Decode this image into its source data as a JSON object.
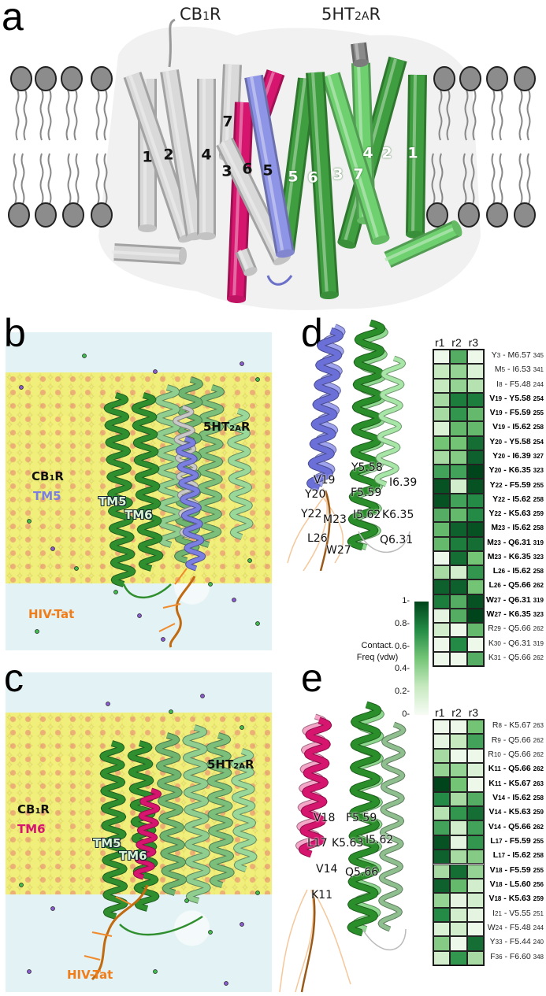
{
  "panel_labels": {
    "a": "a",
    "b": "b",
    "c": "c",
    "d": "d",
    "e": "e"
  },
  "panel_a": {
    "cb1r": {
      "prefix": "CB",
      "sub": "1",
      "suffix": "R"
    },
    "ht2a": {
      "prefix": "5HT",
      "sub": "2A",
      "suffix": "R"
    },
    "cb1r_helix_numbers": [
      "1",
      "2",
      "4",
      "7",
      "3",
      "6",
      "5"
    ],
    "ht2a_helix_numbers": [
      "5",
      "6",
      "3",
      "7",
      "4",
      "2",
      "1"
    ],
    "colors": {
      "cb1r": "#d9d9d9",
      "cb1r_tm5": "#8f95e6",
      "cb1r_tm6": "#d6156f",
      "ht2a_dark": "#3f9e3f",
      "ht2a_light": "#6fd06f",
      "lipid_head": "#8c8c8c"
    }
  },
  "panel_b": {
    "ht2a": {
      "prefix": "5HT",
      "sub": "2A",
      "suffix": "R"
    },
    "cb1r": {
      "prefix": "CB",
      "sub": "1",
      "suffix": "R"
    },
    "cb1r_tm": "TM5",
    "tm5": "TM5",
    "tm6": "TM6",
    "peptide": "HIV-Tat",
    "colors": {
      "cb1r_tm": "#7b80e0",
      "peptide": "#f07d1a"
    }
  },
  "panel_c": {
    "ht2a": {
      "prefix": "5HT",
      "sub": "2A",
      "suffix": "R"
    },
    "cb1r": {
      "prefix": "CB",
      "sub": "1",
      "suffix": "R"
    },
    "cb1r_tm": "TM6",
    "tm5": "TM5",
    "tm6": "TM6",
    "peptide": "HIV-Tat",
    "colors": {
      "cb1r_tm": "#d6156f",
      "peptide": "#f07d1a"
    }
  },
  "panel_d": {
    "residue_labels": [
      "Y5.58",
      "V19",
      "I6.39",
      "Y20",
      "F5.59",
      "Y22",
      "M23",
      "I5.62",
      "K6.35",
      "L26",
      "Q6.31",
      "W27"
    ]
  },
  "panel_e": {
    "residue_labels": [
      "V18",
      "F5.59",
      "L17",
      "K5.63",
      "I5.62",
      "V14",
      "Q5.66",
      "K11"
    ]
  },
  "colorbar": {
    "ticks": [
      "1",
      "0.8",
      "0.6",
      "0.4",
      "0.2",
      "0"
    ],
    "label_line1": "Contact.",
    "label_line2": "Freq (vdw)",
    "range": [
      0,
      1
    ],
    "colormap": [
      "#f7fcf5",
      "#c7e9c0",
      "#74c476",
      "#238b45",
      "#00441b"
    ]
  },
  "chart_data": [
    {
      "type": "heatmap",
      "panel": "d",
      "columns": [
        "r1",
        "r2",
        "r3"
      ],
      "rows": [
        {
          "res": "Y",
          "rn": "3",
          "partner": "M6.57",
          "pos": "345",
          "bold": false,
          "values": [
            0.05,
            0.6,
            0.05
          ]
        },
        {
          "res": "M",
          "rn": "5",
          "partner": "I6.53",
          "pos": "341",
          "bold": false,
          "values": [
            0.25,
            0.4,
            0.15
          ]
        },
        {
          "res": "I",
          "rn": "8",
          "partner": "F5.48",
          "pos": "244",
          "bold": false,
          "values": [
            0.25,
            0.4,
            0.3
          ]
        },
        {
          "res": "V",
          "rn": "19",
          "partner": "Y5.58",
          "pos": "254",
          "bold": true,
          "values": [
            0.35,
            0.8,
            0.8
          ]
        },
        {
          "res": "V",
          "rn": "19",
          "partner": "F5.59",
          "pos": "255",
          "bold": true,
          "values": [
            0.35,
            0.7,
            0.55
          ]
        },
        {
          "res": "V",
          "rn": "19",
          "partner": "I5.62",
          "pos": "258",
          "bold": true,
          "values": [
            0.15,
            0.55,
            0.55
          ]
        },
        {
          "res": "Y",
          "rn": "20",
          "partner": "Y5.58",
          "pos": "254",
          "bold": true,
          "values": [
            0.5,
            0.5,
            0.85
          ]
        },
        {
          "res": "Y",
          "rn": "20",
          "partner": "I6.39",
          "pos": "327",
          "bold": true,
          "values": [
            0.35,
            0.45,
            0.9
          ]
        },
        {
          "res": "Y",
          "rn": "20",
          "partner": "K6.35",
          "pos": "323",
          "bold": true,
          "values": [
            0.65,
            0.65,
            1.0
          ]
        },
        {
          "res": "Y",
          "rn": "22",
          "partner": "F5.59",
          "pos": "255",
          "bold": true,
          "values": [
            0.95,
            0.2,
            0.95
          ]
        },
        {
          "res": "Y",
          "rn": "22",
          "partner": "I5.62",
          "pos": "258",
          "bold": true,
          "values": [
            0.95,
            0.65,
            0.75
          ]
        },
        {
          "res": "Y",
          "rn": "22",
          "partner": "K5.63",
          "pos": "259",
          "bold": true,
          "values": [
            0.6,
            0.55,
            0.75
          ]
        },
        {
          "res": "M",
          "rn": "23",
          "partner": "I5.62",
          "pos": "258",
          "bold": true,
          "values": [
            0.55,
            0.9,
            0.95
          ]
        },
        {
          "res": "M",
          "rn": "23",
          "partner": "Q6.31",
          "pos": "319",
          "bold": true,
          "values": [
            0.55,
            0.8,
            0.85
          ]
        },
        {
          "res": "M",
          "rn": "23",
          "partner": "K6.35",
          "pos": "323",
          "bold": true,
          "values": [
            0.05,
            0.85,
            0.5
          ]
        },
        {
          "res": "L",
          "rn": "26",
          "partner": "I5.62",
          "pos": "258",
          "bold": true,
          "values": [
            0.35,
            0.2,
            0.7
          ]
        },
        {
          "res": "L",
          "rn": "26",
          "partner": "Q5.66",
          "pos": "262",
          "bold": true,
          "values": [
            0.9,
            0.9,
            0.5
          ]
        },
        {
          "res": "W",
          "rn": "27",
          "partner": "Q6.31",
          "pos": "319",
          "bold": true,
          "values": [
            0.8,
            0.6,
            0.95
          ]
        },
        {
          "res": "W",
          "rn": "27",
          "partner": "K6.35",
          "pos": "323",
          "bold": true,
          "values": [
            0.1,
            0.6,
            1.0
          ]
        },
        {
          "res": "R",
          "rn": "29",
          "partner": "Q5.66",
          "pos": "262",
          "bold": false,
          "values": [
            0.2,
            0.05,
            0.55
          ]
        },
        {
          "res": "K",
          "rn": "30",
          "partner": "Q6.31",
          "pos": "319",
          "bold": false,
          "values": [
            0.05,
            0.75,
            0.05
          ]
        },
        {
          "res": "K",
          "rn": "31",
          "partner": "Q5.66",
          "pos": "262",
          "bold": false,
          "values": [
            0.05,
            0.05,
            0.6
          ]
        }
      ],
      "range": [
        0,
        1
      ]
    },
    {
      "type": "heatmap",
      "panel": "e",
      "columns": [
        "r1",
        "r2",
        "r3"
      ],
      "rows": [
        {
          "res": "R",
          "rn": "8",
          "partner": "K5.67",
          "pos": "263",
          "bold": false,
          "values": [
            0.05,
            0.05,
            0.5
          ]
        },
        {
          "res": "R",
          "rn": "9",
          "partner": "Q5.66",
          "pos": "262",
          "bold": false,
          "values": [
            0.1,
            0.25,
            0.65
          ]
        },
        {
          "res": "R",
          "rn": "10",
          "partner": "Q5.66",
          "pos": "262",
          "bold": false,
          "values": [
            0.35,
            0.05,
            0.05
          ]
        },
        {
          "res": "K",
          "rn": "11",
          "partner": "Q5.66",
          "pos": "262",
          "bold": true,
          "values": [
            0.4,
            0.4,
            0.15
          ]
        },
        {
          "res": "K",
          "rn": "11",
          "partner": "K5.67",
          "pos": "263",
          "bold": true,
          "values": [
            1.0,
            0.5,
            0.05
          ]
        },
        {
          "res": "V",
          "rn": "14",
          "partner": "I5.62",
          "pos": "258",
          "bold": true,
          "values": [
            0.75,
            0.35,
            0.6
          ]
        },
        {
          "res": "V",
          "rn": "14",
          "partner": "K5.63",
          "pos": "259",
          "bold": true,
          "values": [
            0.3,
            0.7,
            0.85
          ]
        },
        {
          "res": "V",
          "rn": "14",
          "partner": "Q5.66",
          "pos": "262",
          "bold": true,
          "values": [
            0.65,
            0.2,
            0.65
          ]
        },
        {
          "res": "L",
          "rn": "17",
          "partner": "F5.59",
          "pos": "255",
          "bold": true,
          "values": [
            0.95,
            0.1,
            0.7
          ]
        },
        {
          "res": "L",
          "rn": "17",
          "partner": "I5.62",
          "pos": "258",
          "bold": true,
          "values": [
            0.9,
            0.35,
            0.45
          ]
        },
        {
          "res": "V",
          "rn": "18",
          "partner": "F5.59",
          "pos": "255",
          "bold": true,
          "values": [
            0.35,
            0.85,
            0.4
          ]
        },
        {
          "res": "V",
          "rn": "18",
          "partner": "L5.60",
          "pos": "256",
          "bold": true,
          "values": [
            0.9,
            0.55,
            0.2
          ]
        },
        {
          "res": "V",
          "rn": "18",
          "partner": "K5.63",
          "pos": "259",
          "bold": true,
          "values": [
            0.4,
            0.1,
            0.2
          ]
        },
        {
          "res": "I",
          "rn": "21",
          "partner": "V5.55",
          "pos": "251",
          "bold": false,
          "values": [
            0.75,
            0.2,
            0.1
          ]
        },
        {
          "res": "W",
          "rn": "24",
          "partner": "F5.48",
          "pos": "244",
          "bold": false,
          "values": [
            0.15,
            0.2,
            0.05
          ]
        },
        {
          "res": "Y",
          "rn": "33",
          "partner": "F5.44",
          "pos": "240",
          "bold": false,
          "values": [
            0.45,
            0.05,
            0.85
          ]
        },
        {
          "res": "F",
          "rn": "36",
          "partner": "F6.60",
          "pos": "348",
          "bold": false,
          "values": [
            0.2,
            0.7,
            0.35
          ]
        }
      ],
      "range": [
        0,
        1
      ]
    }
  ]
}
